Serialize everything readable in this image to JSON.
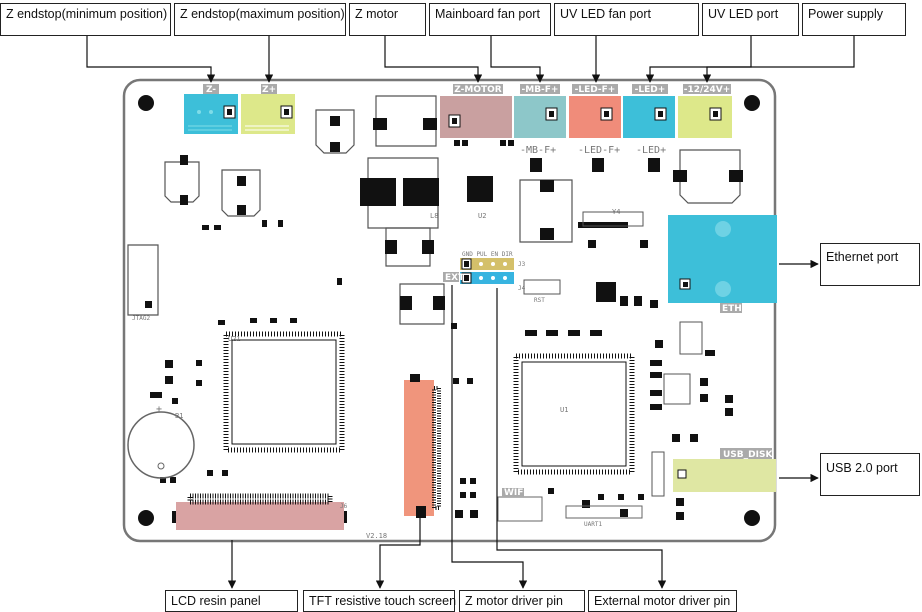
{
  "callouts": {
    "z_min": "Z endstop(minimum position)",
    "z_max": "Z endstop(maximum position)",
    "z_motor": "Z motor",
    "mb_fan": "Mainboard fan port",
    "uv_fan": "UV LED fan port",
    "uv_led": "UV LED port",
    "power": "Power supply",
    "ethernet": "Ethernet port",
    "usb": "USB 2.0 port",
    "lcd": "LCD resin panel",
    "tft": "TFT resistive touch screen",
    "z_driver": "Z motor driver pin",
    "ext_driver": "External motor driver pin"
  },
  "board": {
    "hdr_zmin": "Z-",
    "hdr_zmax": "Z+",
    "hdr_zmotor": "Z-MOTOR",
    "hdr_mbf": "-MB-F+",
    "hdr_ledf": "-LED-F+",
    "hdr_led": "-LED+",
    "hdr_pwr": "-12/24V+",
    "eth": "ETH",
    "usb_disk": "USB_DISK",
    "wifi": "WIFI",
    "version": "V2.18",
    "jtag": "JTAG2",
    "uart": "UART1",
    "pins_j3": "GND PUL EN DIR",
    "ext": "EXT",
    "rst": "RST",
    "j3": "J3",
    "j4": "J4",
    "j6": "J6",
    "u1": "U1",
    "u2": "U2",
    "u21": "U21",
    "y4": "Y4",
    "l8": "L8",
    "b1": "B1",
    "mbf_silk": "-MB-F+",
    "ledf_silk": "-LED-F+",
    "led_silk": "-LED+"
  },
  "colors": {
    "cyan": "#3dbfd9",
    "yellow": "#dde88a",
    "pink": "#c9a0a0",
    "salmon": "#f08c7a",
    "teal": "#8dc7c9",
    "lcd_pink": "#d9a3a3",
    "tft_salmon": "#f0957c",
    "ext_blue": "#37b4e0",
    "usb_green": "#dfe7a3"
  },
  "icons": [
    "arrow-head"
  ]
}
